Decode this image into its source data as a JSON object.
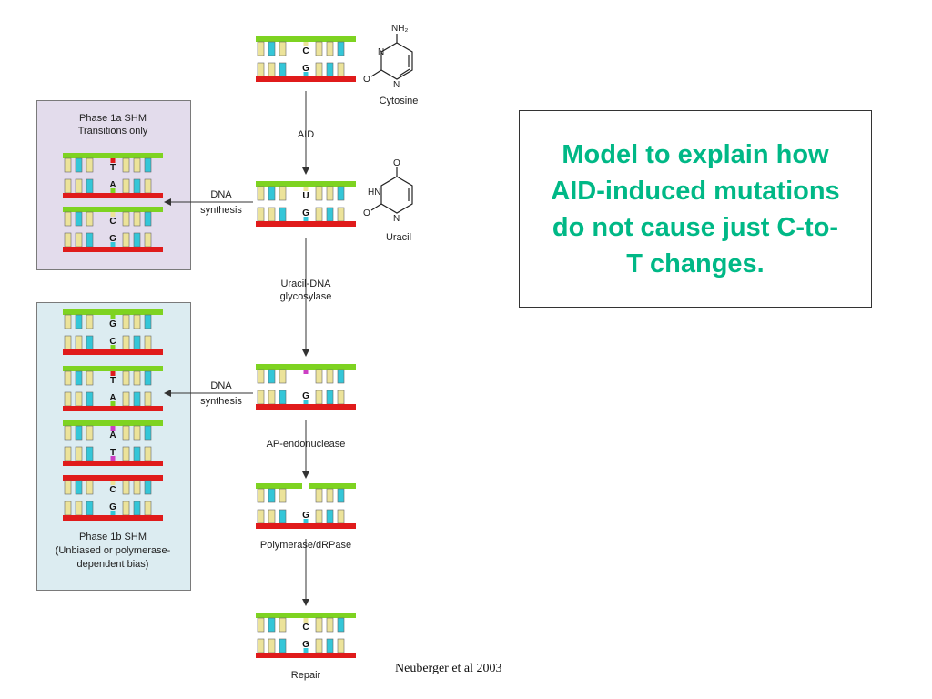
{
  "labels": {
    "phase1a_title": "Phase 1a SHM",
    "phase1a_subtitle": "Transitions only",
    "phase1b_title": "Phase 1b SHM",
    "phase1b_sub1": "(Unbiased or polymerase-",
    "phase1b_sub2": "dependent bias)",
    "cytosine": "Cytosine",
    "uracil": "Uracil",
    "aid": "AID",
    "ung_1": "Uracil-DNA",
    "ung_2": "glycosylase",
    "dna_synthesis_1": "DNA",
    "dna_synthesis_2": "synthesis",
    "ape": "AP-endonuclease",
    "pol": "Polymerase/dRPase",
    "repair": "Repair"
  },
  "chem": {
    "nh2": "NH₂",
    "o": "O",
    "n": "N",
    "hn": "HN"
  },
  "duplexes": {
    "step1": [
      "C",
      "G"
    ],
    "step2": [
      "U",
      "G"
    ],
    "step3": [
      "",
      "G"
    ],
    "step4": [
      "",
      "G"
    ],
    "step5": [
      "C",
      "G"
    ],
    "phase1a": [
      [
        "T",
        "A"
      ],
      [
        "C",
        "G"
      ]
    ],
    "phase1b": [
      [
        "G",
        "C"
      ],
      [
        "T",
        "A"
      ],
      [
        "A",
        "T"
      ],
      [
        "C",
        "G"
      ]
    ]
  },
  "model_text": "Model to explain how AID-induced mutations do not cause just C-to-T changes.",
  "citation": "Neuberger et al 2003",
  "colors": {
    "top_strand": "#7ed321",
    "bottom_strand": "#e01b1b",
    "base_light": "#ece39a",
    "base_cyan": "#34c6d8",
    "mark_red": "#e01b1b",
    "mark_pink": "#cc3fc4",
    "mark_cyan": "#34c6d8",
    "title_green": "#00b886"
  }
}
